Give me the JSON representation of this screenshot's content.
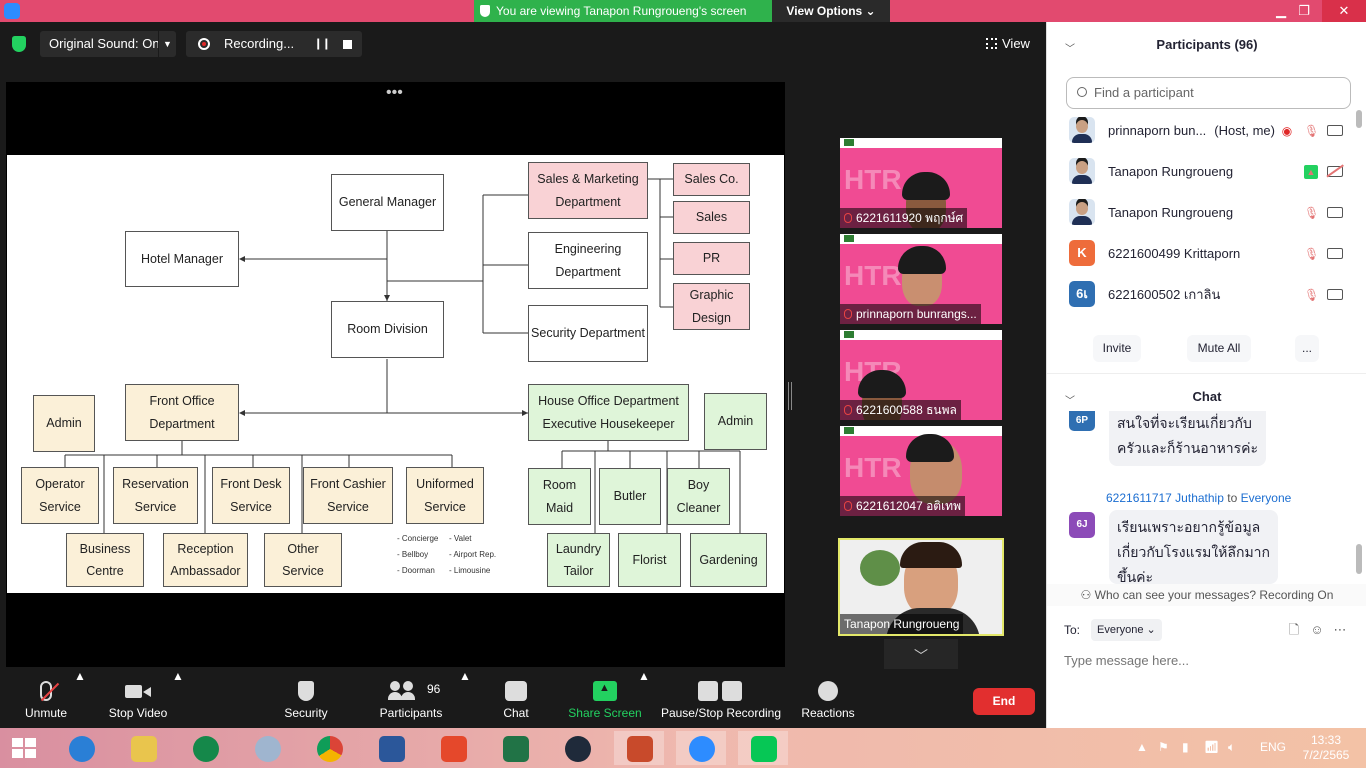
{
  "window": {
    "share_banner": "You are viewing Tanapon Rungroueng's screen",
    "view_options": "View Options ⌄",
    "minimize": "▁",
    "restore": "❐",
    "close": "✕"
  },
  "topbar": {
    "original_sound": "Original Sound: On",
    "recording": "Recording...",
    "view": "View"
  },
  "slide": {
    "general_manager": "General Manager",
    "hotel_manager": "Hotel Manager",
    "room_division": "Room Division",
    "sales_marketing": "Sales & Marketing Department",
    "engineering": "Engineering Department",
    "security": "Security Department",
    "sales_co": "Sales Co.",
    "sales": "Sales",
    "pr": "PR",
    "graphic_design": "Graphic Design",
    "front_office": "Front Office Department",
    "admin_left": "Admin",
    "house_office": "House Office Department Executive Housekeeper",
    "admin_right": "Admin",
    "operator": "Operator Service",
    "reservation": "Reservation Service",
    "front_desk": "Front Desk Service",
    "front_cashier": "Front Cashier Service",
    "uniformed": "Uniformed Service",
    "business_centre": "Business Centre",
    "reception_ambassador": "Reception Ambassador",
    "other_service": "Other Service",
    "room_maid": "Room Maid",
    "butler": "Butler",
    "boy_cleaner": "Boy Cleaner",
    "laundry_tailor": "Laundry Tailor",
    "florist": "Florist",
    "gardening": "Gardening",
    "notes_left": [
      "- Concierge",
      "- Bellboy",
      "- Doorman"
    ],
    "notes_right": [
      "- Valet",
      "- Airport Rep.",
      "- Limousine"
    ]
  },
  "videos": [
    {
      "name": "6221611920 พฤกษ์ศ"
    },
    {
      "name": "prinnaporn bunrangs..."
    },
    {
      "name": "6221600588 ธนพล"
    },
    {
      "name": "6221612047 อติเทพ"
    }
  ],
  "active_video": {
    "name": "Tanapon Rungroueng"
  },
  "toolbar": {
    "unmute": "Unmute",
    "stop_video": "Stop Video",
    "security": "Security",
    "participants": "Participants",
    "participant_count": "96",
    "chat": "Chat",
    "share_screen": "Share Screen",
    "pause_stop_recording": "Pause/Stop Recording",
    "reactions": "Reactions",
    "end": "End"
  },
  "participants_panel": {
    "title": "Participants (96)",
    "search_placeholder": "Find a participant",
    "rows": [
      {
        "name": "prinnaporn bun...",
        "role": "(Host, me)"
      },
      {
        "name": "Tanapon Rungroueng"
      },
      {
        "name": "Tanapon Rungroueng"
      },
      {
        "name": "6221600499 Krittaporn",
        "initial": "K"
      },
      {
        "name": "6221600502 เกาลิน",
        "initial": "6เ"
      }
    ],
    "invite": "Invite",
    "mute_all": "Mute All",
    "more": "..."
  },
  "chat_panel": {
    "title": "Chat",
    "messages": [
      {
        "avatar": "6P",
        "text_line1": "สนใจที่จะเรียนเกี่ยวกับ",
        "text_line2": "ครัวและก็ร้านอาหารค่ะ"
      },
      {
        "avatar": "6J",
        "sender": "6221611717 Juthathip",
        "to_word": "to",
        "recipient": "Everyone",
        "text_line1": "เรียนเพราะอยากรู้ข้อมูล",
        "text_line2": "เกี่ยวกับโรงแรมให้ลึกมาก",
        "text_line3": "ขึ้นค่ะ"
      }
    ],
    "who_can_see": "Who can see your messages? Recording On",
    "to_label": "To:",
    "to_value": "Everyone ⌄",
    "input_placeholder": "Type message here..."
  },
  "taskbar": {
    "lang": "ENG",
    "time": "13:33",
    "date": "7/2/2565"
  }
}
